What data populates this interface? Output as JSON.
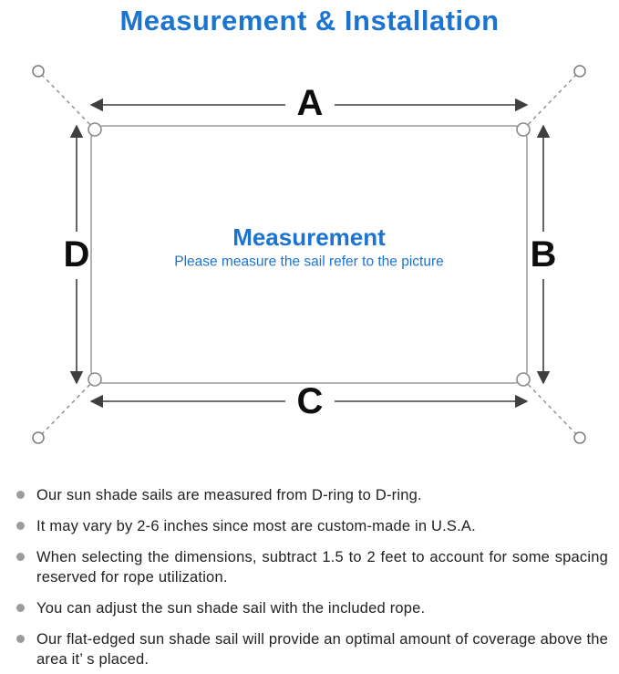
{
  "page": {
    "title": "Measurement & Installation"
  },
  "diagram": {
    "labels": {
      "top": "A",
      "right": "B",
      "bottom": "C",
      "left": "D"
    },
    "center": {
      "title": "Measurement",
      "subtitle": "Please measure the sail refer to the picture"
    }
  },
  "notes": {
    "items": [
      "Our sun shade sails are measured from D-ring to D-ring.",
      "It may vary by 2-6 inches since most are custom-made in U.S.A.",
      "When selecting the dimensions, subtract 1.5 to 2 feet to account for some spacing reserved for rope utilization.",
      "You can adjust the sun shade sail with the included rope.",
      "Our flat-edged sun shade sail will provide an optimal amount of coverage above the area it’ s placed."
    ]
  },
  "colors": {
    "accent_blue": "#1b74d1",
    "arrow_line": "#3f3f3f",
    "bullet_gray": "#9c9c9c"
  }
}
